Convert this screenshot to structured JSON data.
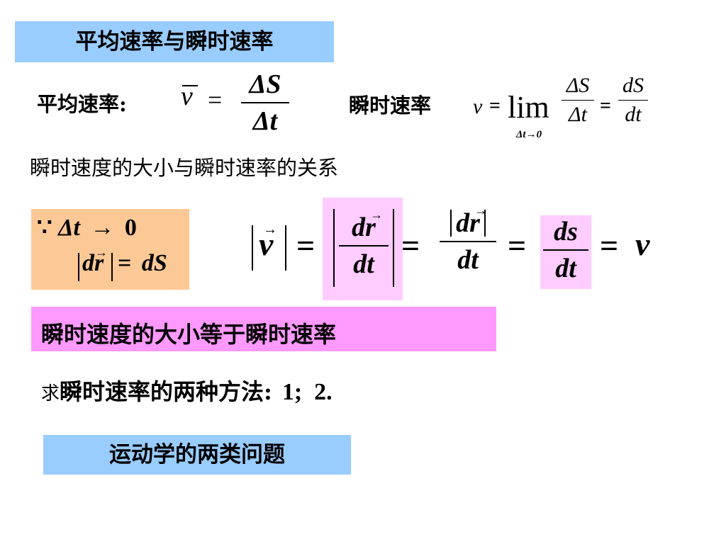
{
  "slide": {
    "title": "平均速率与瞬时速率",
    "avg_label": "平均速率:",
    "inst_label": "瞬时速率",
    "relation_heading": "瞬时速度的大小与瞬时速率的关系",
    "conclusion": "瞬时速度的大小等于瞬时速率",
    "methods_prefix": "求",
    "methods_text": "瞬时速率的两种方法:",
    "methods_items": "1;  2.",
    "next_topic": "运动学的两类问题"
  },
  "formulas": {
    "avg_v": "v",
    "eq": "=",
    "delta_S": "ΔS",
    "delta_t": "Δt",
    "v": "v",
    "lim": "lim",
    "lim_sub": "Δt→0",
    "dS": "dS",
    "dt": "dt",
    "because": "∵",
    "arrow": "→",
    "zero": "0",
    "dr": "dr",
    "ds": "ds",
    "vec_arrow": "→"
  },
  "colors": {
    "title_bg": "#99ccff",
    "peach": "#fcc896",
    "pink": "#ff99ff",
    "light_pink": "#ffccff"
  }
}
